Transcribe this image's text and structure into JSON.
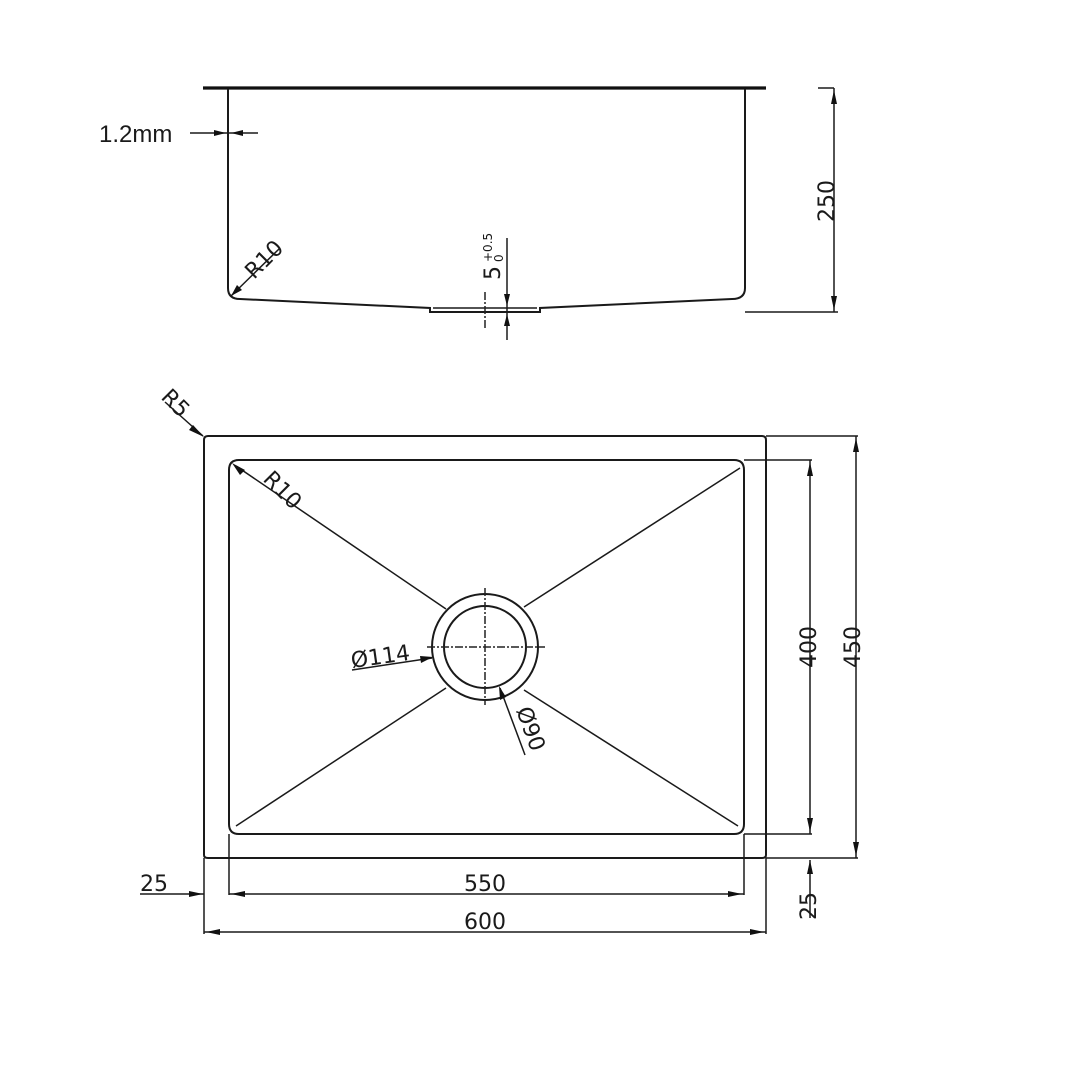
{
  "drawing": {
    "title": "Undermount sink technical drawing",
    "side_view": {
      "wall_thickness_label": "1.2mm",
      "bottom_corner_radius_label": "R10",
      "depth_label": "250",
      "drain_recess_label": "5",
      "drain_recess_tolerance_upper": "+0.5",
      "drain_recess_tolerance_lower": "0"
    },
    "top_view": {
      "outer_corner_radius_label": "R5",
      "inner_corner_radius_label": "R10",
      "drain_outer_diameter_label": "Ø114",
      "drain_inner_diameter_label": "Ø90",
      "inner_depth_label": "400",
      "outer_depth_label": "450",
      "inner_width_label": "550",
      "outer_width_label": "600",
      "left_flange_label": "25",
      "bottom_flange_label": "25"
    }
  }
}
